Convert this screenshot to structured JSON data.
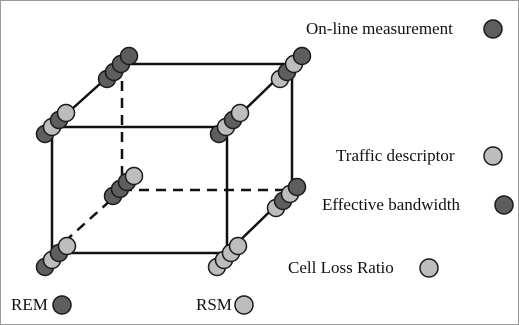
{
  "legend": {
    "online_measurement": "On-line measurement",
    "traffic_descriptor": "Traffic descriptor",
    "effective_bandwidth": "Effective bandwidth",
    "cell_loss_ratio": "Cell Loss Ratio",
    "rem": "REM",
    "rsm": "RSM"
  },
  "colors": {
    "dark_marker": "#5e5e5e",
    "light_marker": "#bdbdbd",
    "edge": "#111111",
    "frame": "#9a9a9a"
  }
}
